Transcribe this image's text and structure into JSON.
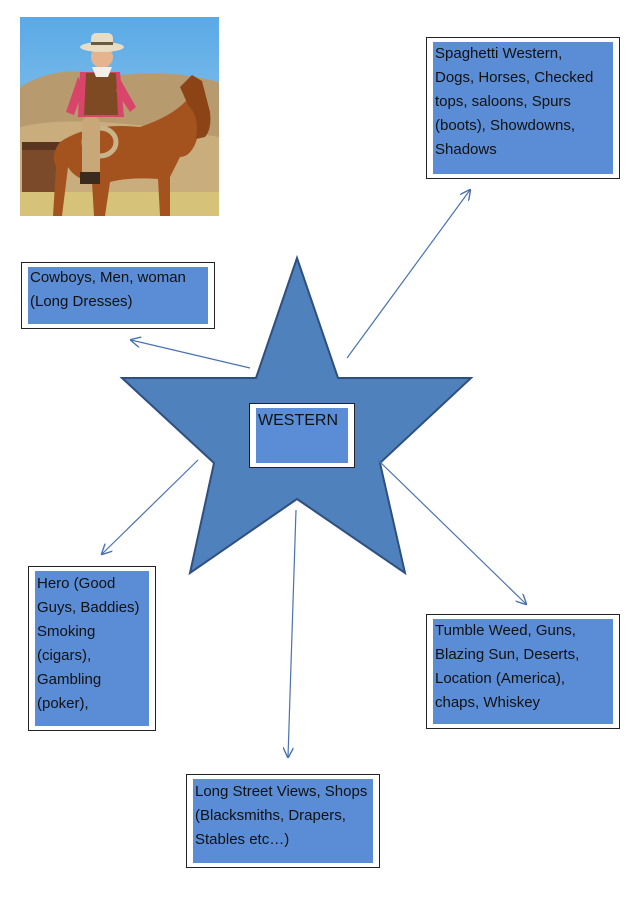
{
  "center": {
    "label": "WESTERN"
  },
  "nodes": [
    {
      "id": "top-right",
      "text": "Spaghetti Western,\nDogs, Horses, Checked\ntops, saloons, Spurs\n(boots), Showdowns,\nShadows"
    },
    {
      "id": "left",
      "text": "Cowboys, Men, woman\n(Long Dresses)"
    },
    {
      "id": "bottom-left",
      "text": "Hero (Good\nGuys, Baddies)\nSmoking\n(cigars),\nGambling\n(poker),"
    },
    {
      "id": "bottom-right",
      "text": "Tumble Weed, Guns,\nBlazing Sun, Deserts,\nLocation (America),\nchaps, Whiskey"
    },
    {
      "id": "bottom",
      "text": "Long Street Views, Shops\n(Blacksmiths, Drapers,\nStables etc…)"
    }
  ],
  "colors": {
    "star": "#4f81bd",
    "box_fill": "#5b8dd6",
    "arrow": "#4a72b0"
  }
}
